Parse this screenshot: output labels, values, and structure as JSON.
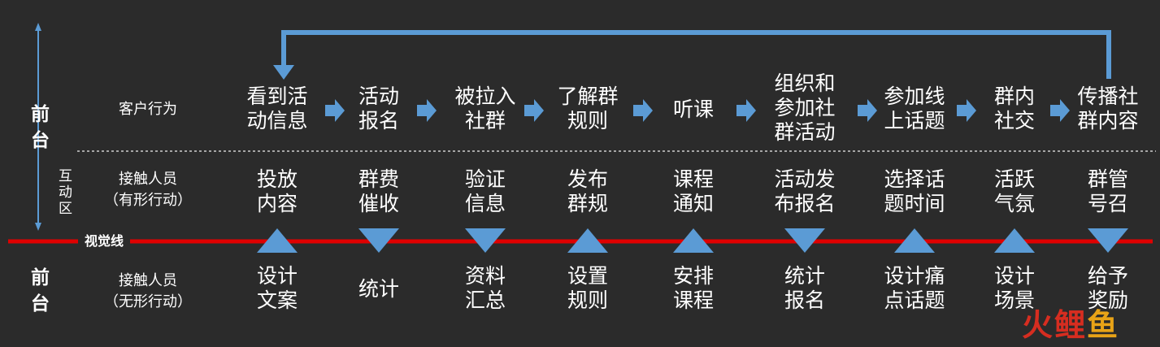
{
  "colors": {
    "background": "#2b2b2b",
    "accent_blue": "#5b9bd5",
    "visual_line_red": "#e00000",
    "text": "#ffffff",
    "divider_dotted": "#cfcfcf"
  },
  "sides": {
    "front_top": "前\n台",
    "interaction_zone": "互\n动\n区",
    "front_bottom": "前\n台"
  },
  "row_labels": {
    "customer_behavior": "客户行为",
    "contact_tangible": "接触人员\n（有形行动）",
    "contact_intangible": "接触人员\n（无形行动）"
  },
  "visual_line_label": "视觉线",
  "customer_actions": [
    "看到活\n动信息",
    "活动\n报名",
    "被拉入\n社群",
    "了解群\n规则",
    "听课",
    "组织和\n参加社\n群活动",
    "参加线\n上话题",
    "群内\n社交",
    "传播社\n群内容"
  ],
  "tangible_actions": [
    "投放\n内容",
    "群费\n催收",
    "验证\n信息",
    "发布\n群规",
    "课程\n通知",
    "活动发\n布报名",
    "选择话\n题时间",
    "活跃\n气氛",
    "群管\n号召"
  ],
  "intangible_actions": [
    "设计\n文案",
    "统计",
    "资料\n汇总",
    "设置\n规则",
    "安排\n课程",
    "统计\n报名",
    "设计痛\n点话题",
    "设计\n场景",
    "给予\n奖励"
  ],
  "marker_directions": [
    "up",
    "down",
    "down",
    "up",
    "up",
    "down",
    "up",
    "up",
    "down"
  ],
  "watermark": {
    "part1": "火",
    "part2": "鲤",
    "part3": "鱼"
  }
}
